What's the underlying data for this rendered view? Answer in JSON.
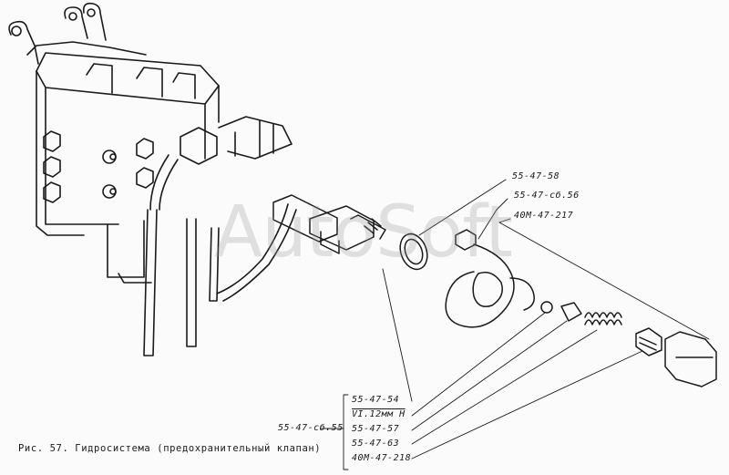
{
  "watermark": "AutoSoft",
  "caption": "Рис. 57. Гидросистема (предохранительный клапан)",
  "callouts_right": [
    {
      "id": "c1",
      "text": "55-47-58"
    },
    {
      "id": "c2",
      "text": "55-47-сб.56"
    },
    {
      "id": "c3",
      "text": "40М-47-217"
    }
  ],
  "callouts_group": {
    "group_label": "55-47-сб.55",
    "items": [
      {
        "id": "g1",
        "text": "55-47-54"
      },
      {
        "id": "g2",
        "text": "VI.12мм Н"
      },
      {
        "id": "g3",
        "text": "55-47-57"
      },
      {
        "id": "g4",
        "text": "55-47-63"
      },
      {
        "id": "g5",
        "text": "40М-47-218"
      }
    ]
  }
}
